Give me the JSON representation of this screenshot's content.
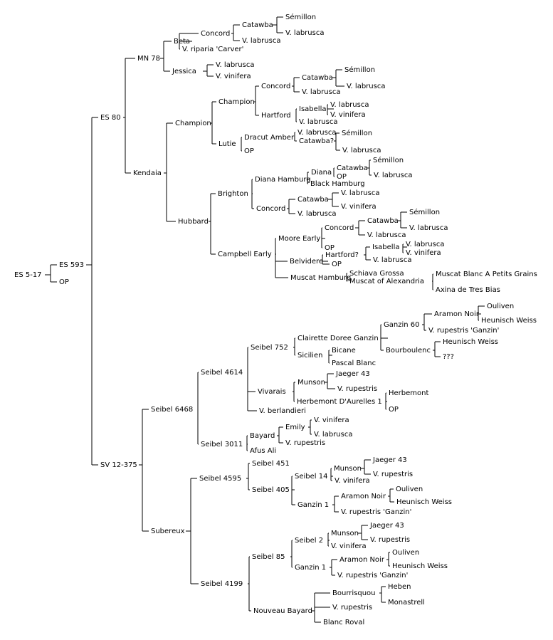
{
  "tree": {
    "name": "ES 5-17",
    "children": [
      {
        "name": "ES 593",
        "children": [
          {
            "name": "ES 80",
            "children": [
              {
                "name": "MN 78",
                "children": [
                  {
                    "name": "Beta",
                    "children": [
                      {
                        "name": "Concord",
                        "children": [
                          {
                            "name": "Catawba",
                            "children": [
                              {
                                "name": "Sémillon"
                              },
                              {
                                "name": "V. labrusca"
                              }
                            ]
                          },
                          {
                            "name": "V. labrusca"
                          }
                        ]
                      },
                      {
                        "name": "V. riparia 'Carver'"
                      }
                    ]
                  },
                  {
                    "name": "Jessica",
                    "children": [
                      {
                        "name": "V. labrusca"
                      },
                      {
                        "name": "V. vinifera"
                      }
                    ]
                  }
                ]
              },
              {
                "name": "Kendaia",
                "children": [
                  {
                    "name": "Champion",
                    "children": [
                      {
                        "name": "Champion",
                        "children": [
                          {
                            "name": "Concord",
                            "children": [
                              {
                                "name": "Catawba",
                                "children": [
                                  {
                                    "name": "Sémillon"
                                  },
                                  {
                                    "name": "V. labrusca"
                                  }
                                ]
                              },
                              {
                                "name": "V. labrusca"
                              }
                            ]
                          },
                          {
                            "name": "Hartford",
                            "children": [
                              {
                                "name": "Isabella",
                                "children": [
                                  {
                                    "name": "V. labrusca"
                                  },
                                  {
                                    "name": "V. vinifera"
                                  }
                                ]
                              },
                              {
                                "name": "V. labrusca"
                              }
                            ]
                          }
                        ]
                      },
                      {
                        "name": "Lutie",
                        "children": [
                          {
                            "name": "Dracut Amber",
                            "children": [
                              {
                                "name": "V. labrusca"
                              },
                              {
                                "name": "Catawba?",
                                "children": [
                                  {
                                    "name": "Sémillon"
                                  },
                                  {
                                    "name": "V. labrusca"
                                  }
                                ]
                              }
                            ]
                          },
                          {
                            "name": "OP"
                          }
                        ]
                      }
                    ]
                  },
                  {
                    "name": "Hubbard",
                    "children": [
                      {
                        "name": "Brighton",
                        "children": [
                          {
                            "name": "Diana Hamburg",
                            "children": [
                              {
                                "name": "Diana",
                                "children": [
                                  {
                                    "name": "Catawba",
                                    "children": [
                                      {
                                        "name": "Sémillon"
                                      },
                                      {
                                        "name": "V. labrusca"
                                      }
                                    ]
                                  },
                                  {
                                    "name": "OP"
                                  }
                                ]
                              },
                              {
                                "name": "Black Hamburg"
                              }
                            ]
                          },
                          {
                            "name": "Concord",
                            "children": [
                              {
                                "name": "Catawba",
                                "children": [
                                  {
                                    "name": "V. labrusca"
                                  },
                                  {
                                    "name": "V. vinifera"
                                  }
                                ]
                              },
                              {
                                "name": "V. labrusca"
                              }
                            ]
                          }
                        ]
                      },
                      {
                        "name": "Campbell Early",
                        "children": [
                          {
                            "name": "Moore Early",
                            "children": [
                              {
                                "name": "Concord",
                                "children": [
                                  {
                                    "name": "Catawba",
                                    "children": [
                                      {
                                        "name": "Sémillon"
                                      },
                                      {
                                        "name": "V. labrusca"
                                      }
                                    ]
                                  },
                                  {
                                    "name": "V. labrusca"
                                  }
                                ]
                              },
                              {
                                "name": "OP"
                              }
                            ]
                          },
                          {
                            "name": "Belvidere",
                            "children": [
                              {
                                "name": "Hartford?",
                                "children": [
                                  {
                                    "name": "Isabella",
                                    "children": [
                                      {
                                        "name": "V. labrusca"
                                      },
                                      {
                                        "name": "V. vinifera"
                                      }
                                    ]
                                  },
                                  {
                                    "name": "V. labrusca"
                                  }
                                ]
                              },
                              {
                                "name": "OP"
                              }
                            ]
                          },
                          {
                            "name": "Muscat Hamburg",
                            "children": [
                              {
                                "name": "Schiava Grossa"
                              },
                              {
                                "name": "Muscat of Alexandria",
                                "children": [
                                  {
                                    "name": "Muscat Blanc A Petits Grains"
                                  },
                                  {
                                    "name": "Axina de Tres Bias"
                                  }
                                ]
                              }
                            ]
                          }
                        ]
                      }
                    ]
                  }
                ]
              }
            ]
          },
          {
            "name": "SV 12-375",
            "children": [
              {
                "name": "Seibel 6468",
                "children": [
                  {
                    "name": "Seibel 4614",
                    "children": [
                      {
                        "name": "Seibel 752",
                        "children": [
                          {
                            "name": "Clairette Doree Ganzin",
                            "children": [
                              {
                                "name": "Ganzin 60",
                                "children": [
                                  {
                                    "name": "Aramon Noir",
                                    "children": [
                                      {
                                        "name": "Ouliven"
                                      },
                                      {
                                        "name": "Heunisch Weiss"
                                      }
                                    ]
                                  },
                                  {
                                    "name": "V. rupestris 'Ganzin'"
                                  }
                                ]
                              },
                              {
                                "name": "Bourboulenc",
                                "children": [
                                  {
                                    "name": "Heunisch Weiss"
                                  },
                                  {
                                    "name": "???"
                                  }
                                ]
                              }
                            ]
                          },
                          {
                            "name": "Sicilien",
                            "children": [
                              {
                                "name": "Bicane"
                              },
                              {
                                "name": "Pascal Blanc"
                              }
                            ]
                          }
                        ]
                      },
                      {
                        "name": "Vivarais",
                        "children": [
                          {
                            "name": "Munson",
                            "children": [
                              {
                                "name": "Jaeger 43"
                              },
                              {
                                "name": "V. rupestris"
                              }
                            ]
                          },
                          {
                            "name": "Herbemont D'Aurelles 1",
                            "children": [
                              {
                                "name": "Herbemont"
                              },
                              {
                                "name": "OP"
                              }
                            ]
                          }
                        ]
                      },
                      {
                        "name": "V. berlandieri"
                      }
                    ]
                  },
                  {
                    "name": "Seibel 3011",
                    "children": [
                      {
                        "name": "Bayard",
                        "children": [
                          {
                            "name": "Emily",
                            "children": [
                              {
                                "name": "V. vinifera"
                              },
                              {
                                "name": "V. labrusca"
                              }
                            ]
                          },
                          {
                            "name": "V. rupestris"
                          }
                        ]
                      },
                      {
                        "name": "Afus Ali"
                      }
                    ]
                  }
                ]
              },
              {
                "name": "Subereux",
                "children": [
                  {
                    "name": "Seibel 4595",
                    "children": [
                      {
                        "name": "Seibel 451"
                      },
                      {
                        "name": "Seibel 405",
                        "children": [
                          {
                            "name": "Seibel 14",
                            "children": [
                              {
                                "name": "Munson",
                                "children": [
                                  {
                                    "name": "Jaeger 43"
                                  },
                                  {
                                    "name": "V. rupestris"
                                  }
                                ]
                              },
                              {
                                "name": "V. vinifera"
                              }
                            ]
                          },
                          {
                            "name": "Ganzin 1",
                            "children": [
                              {
                                "name": "Aramon Noir",
                                "children": [
                                  {
                                    "name": "Ouliven"
                                  },
                                  {
                                    "name": "Heunisch Weiss"
                                  }
                                ]
                              },
                              {
                                "name": "V. rupestris 'Ganzin'"
                              }
                            ]
                          }
                        ]
                      }
                    ]
                  },
                  {
                    "name": "Seibel 4199",
                    "children": [
                      {
                        "name": "Seibel 85",
                        "children": [
                          {
                            "name": "Seibel 2",
                            "children": [
                              {
                                "name": "Munson",
                                "children": [
                                  {
                                    "name": "Jaeger 43"
                                  },
                                  {
                                    "name": "V. rupestris"
                                  }
                                ]
                              },
                              {
                                "name": "V. vinifera"
                              }
                            ]
                          },
                          {
                            "name": "Ganzin 1",
                            "children": [
                              {
                                "name": "Aramon Noir",
                                "children": [
                                  {
                                    "name": "Ouliven"
                                  },
                                  {
                                    "name": "Heunisch Weiss"
                                  }
                                ]
                              },
                              {
                                "name": "V. rupestris 'Ganzin'"
                              }
                            ]
                          }
                        ]
                      },
                      {
                        "name": "Nouveau Bayard",
                        "children": [
                          {
                            "name": "Bourrisquou",
                            "children": [
                              {
                                "name": "Heben"
                              },
                              {
                                "name": "Monastrell"
                              }
                            ]
                          },
                          {
                            "name": "V. rupestris"
                          },
                          {
                            "name": "Blanc Roval"
                          }
                        ]
                      }
                    ]
                  }
                ]
              }
            ]
          }
        ]
      },
      {
        "name": "OP"
      }
    ]
  }
}
